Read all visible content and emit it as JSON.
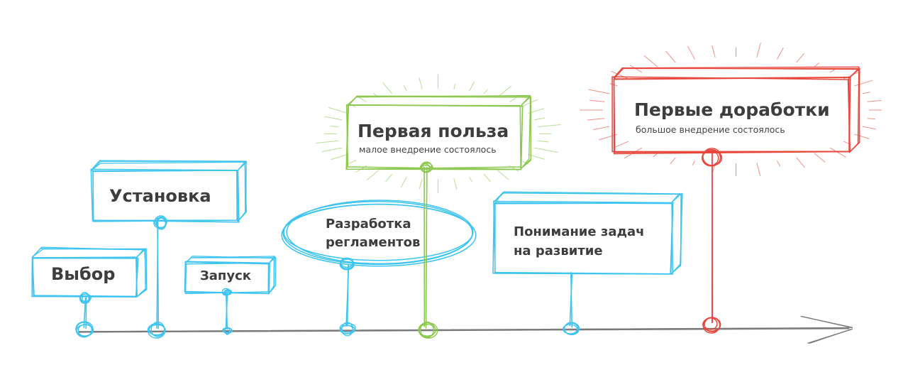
{
  "colors": {
    "blue": "#3ec4f0",
    "green": "#8cc84f",
    "red": "#e8473c",
    "axis": "#7a7a7a",
    "text": "#3d3d3d"
  },
  "milestones": [
    {
      "title": "Выбор",
      "color": "blue"
    },
    {
      "title": "Установка",
      "color": "blue"
    },
    {
      "title": "Запуск",
      "color": "blue"
    },
    {
      "title_line1": "Разработка",
      "title_line2": "регламентов",
      "color": "blue"
    },
    {
      "title": "Первая польза",
      "subtitle": "малое внедрение состоялось",
      "color": "green"
    },
    {
      "title_line1": "Понимание задач",
      "title_line2": "на развитие",
      "color": "blue"
    },
    {
      "title": "Первые доработки",
      "subtitle": "большое внедрение состоялось",
      "color": "red"
    }
  ]
}
